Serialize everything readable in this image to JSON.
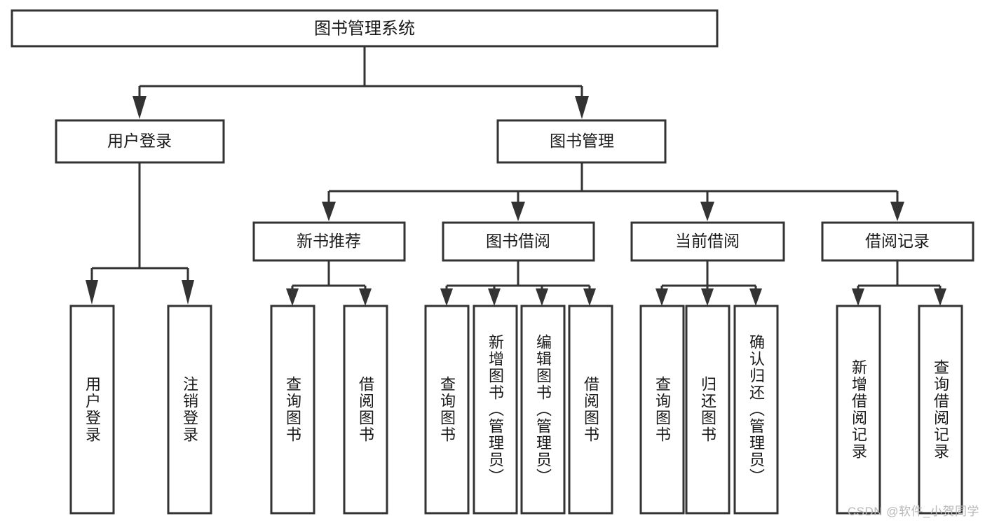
{
  "diagram": {
    "type": "tree-hierarchy",
    "title": "图书管理系统",
    "root": {
      "label": "图书管理系统"
    },
    "level2": [
      {
        "label": "用户登录"
      },
      {
        "label": "图书管理"
      }
    ],
    "level3": [
      {
        "label": "新书推荐"
      },
      {
        "label": "图书借阅"
      },
      {
        "label": "当前借阅"
      },
      {
        "label": "借阅记录"
      }
    ],
    "leaves": {
      "user_login": [
        {
          "label": "用户登录"
        },
        {
          "label": "注销登录"
        }
      ],
      "new_book_recommend": [
        {
          "label": "查询图书"
        },
        {
          "label": "借阅图书"
        }
      ],
      "book_borrow": [
        {
          "label": "查询图书"
        },
        {
          "label": "新增图书（管理员）"
        },
        {
          "label": "编辑图书（管理员）"
        },
        {
          "label": "借阅图书"
        }
      ],
      "current_borrow": [
        {
          "label": "查询图书"
        },
        {
          "label": "归还图书"
        },
        {
          "label": "确认归还（管理员）"
        }
      ],
      "borrow_record": [
        {
          "label": "新增借阅记录"
        },
        {
          "label": "查询借阅记录"
        }
      ]
    }
  },
  "watermark": {
    "text": "CSDN @软件_小贺同学"
  },
  "colors": {
    "stroke": "#333333",
    "background": "#ffffff",
    "text": "#1a1a1a",
    "watermark": "#b8b8b8"
  }
}
